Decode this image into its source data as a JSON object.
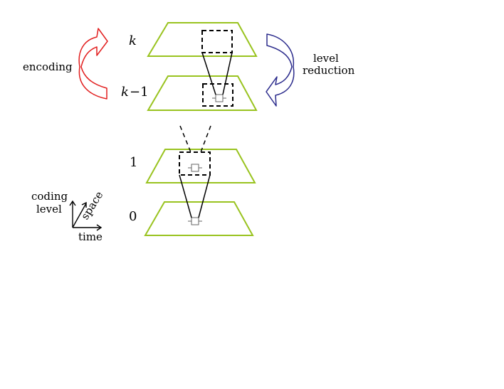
{
  "labels": {
    "encoding": "encoding",
    "level_reduction_1": "level",
    "level_reduction_2": "reduction",
    "axis_coding_1": "coding",
    "axis_coding_2": "level",
    "axis_space": "space",
    "axis_time": "time"
  },
  "levels": {
    "k": "k",
    "k_minus_1_var": "k",
    "k_minus_1_rest": "−1",
    "one": "1",
    "zero": "0"
  },
  "colors": {
    "plane": "#99c31f",
    "encoding_arrow": "#e21f1f",
    "reduction_arrow": "#2b2b8c",
    "ink": "#000000"
  }
}
